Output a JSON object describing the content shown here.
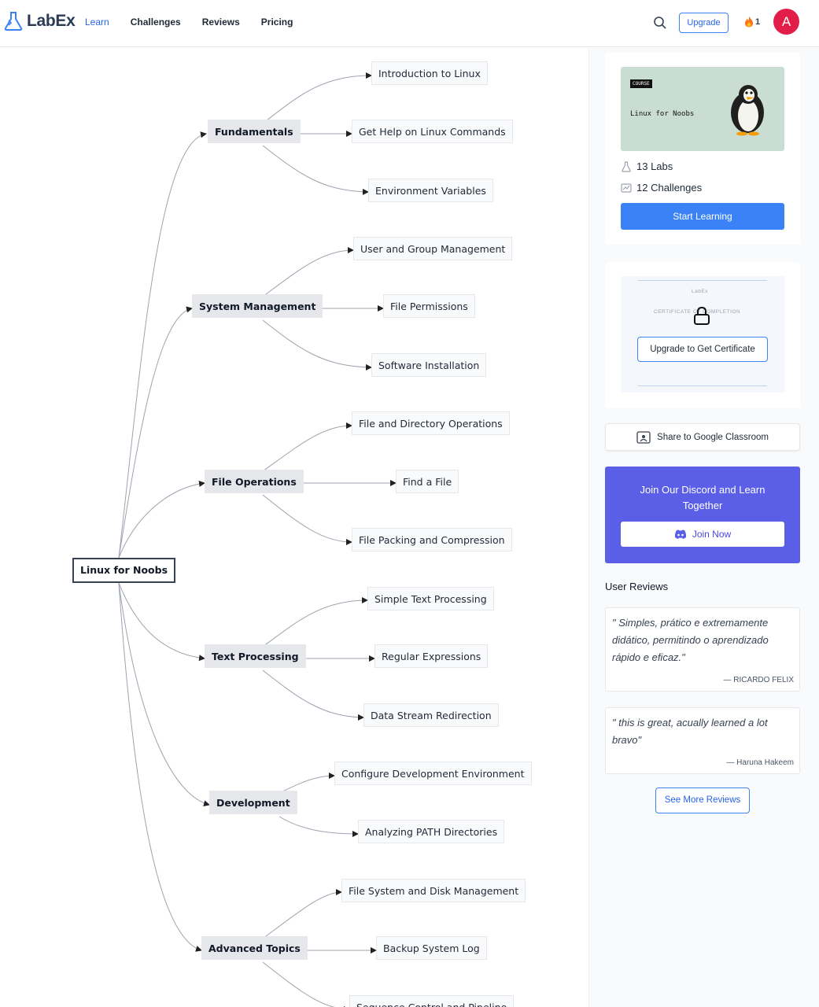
{
  "header": {
    "logo_text": "LabEx",
    "nav": [
      "Learn",
      "Challenges",
      "Reviews",
      "Pricing"
    ],
    "active_nav": "Learn",
    "upgrade_label": "Upgrade",
    "streak_count": "1",
    "avatar_letter": "A",
    "colors": {
      "accent": "#2563eb",
      "avatar": "#e11d48",
      "streak": "#f97316"
    }
  },
  "mindmap": {
    "root": "Linux for Noobs",
    "branches": [
      {
        "label": "Fundamentals",
        "children": [
          "Introduction to Linux",
          "Get Help on Linux Commands",
          "Environment Variables"
        ]
      },
      {
        "label": "System Management",
        "children": [
          "User and Group Management",
          "File Permissions",
          "Software Installation"
        ]
      },
      {
        "label": "File Operations",
        "children": [
          "File and Directory Operations",
          "Find a File",
          "File Packing and Compression"
        ]
      },
      {
        "label": "Text Processing",
        "children": [
          "Simple Text Processing",
          "Regular Expressions",
          "Data Stream Redirection"
        ]
      },
      {
        "label": "Development",
        "children": [
          "Configure Development Environment",
          "Analyzing PATH Directories"
        ]
      },
      {
        "label": "Advanced Topics",
        "children": [
          "File System and Disk Management",
          "Backup System Log",
          "Sequence Control and Pipeline"
        ]
      }
    ]
  },
  "course": {
    "tag": "COURSE",
    "banner_title": "Linux for Noobs",
    "labs": "13 Labs",
    "challenges": "12 Challenges",
    "start_label": "Start Learning",
    "colors": {
      "banner": "#c9ddd3",
      "primary": "#3b82f6"
    }
  },
  "certificate": {
    "logo_text": "LabEx",
    "watermark": "CERTIFICATE OF COMPLETION",
    "button_label": "Upgrade to Get Certificate"
  },
  "share": {
    "label": "Share to Google Classroom"
  },
  "discord": {
    "title": "Join Our Discord and Learn Together",
    "button_label": "Join Now",
    "color": "#5b5fe8"
  },
  "reviews": {
    "title": "User Reviews",
    "items": [
      {
        "text": "\" Simples, prático e extremamente didático, permitindo o aprendizado rápido e eficaz.\"",
        "author": "— RICARDO FELIX"
      },
      {
        "text": "\" this is great, acually learned a lot bravo\"",
        "author": "— Haruna Hakeem"
      }
    ],
    "more_label": "See More Reviews"
  }
}
